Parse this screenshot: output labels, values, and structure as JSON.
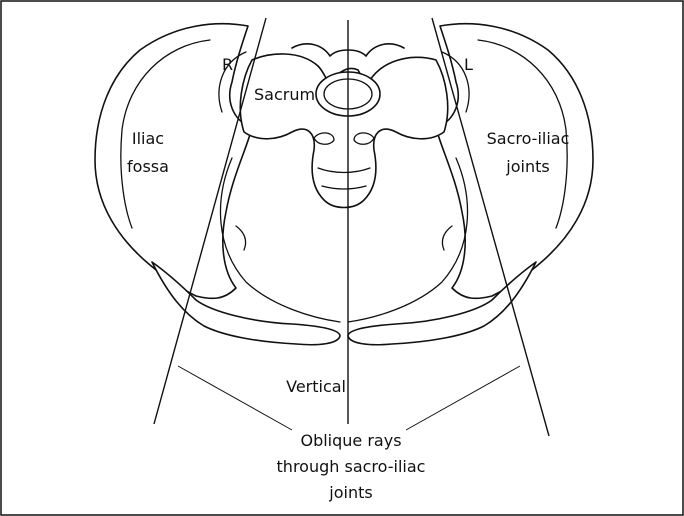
{
  "labels": {
    "right": "R",
    "left": "L",
    "sacrum": "Sacrum",
    "iliac_fossa_line1": "Iliac",
    "iliac_fossa_line2": "fossa",
    "si_joints_line1": "Sacro-iliac",
    "si_joints_line2": "joints",
    "vertical": "Vertical",
    "oblique_line1": "Oblique rays",
    "oblique_line2": "through sacro-iliac",
    "oblique_line3": "joints"
  }
}
